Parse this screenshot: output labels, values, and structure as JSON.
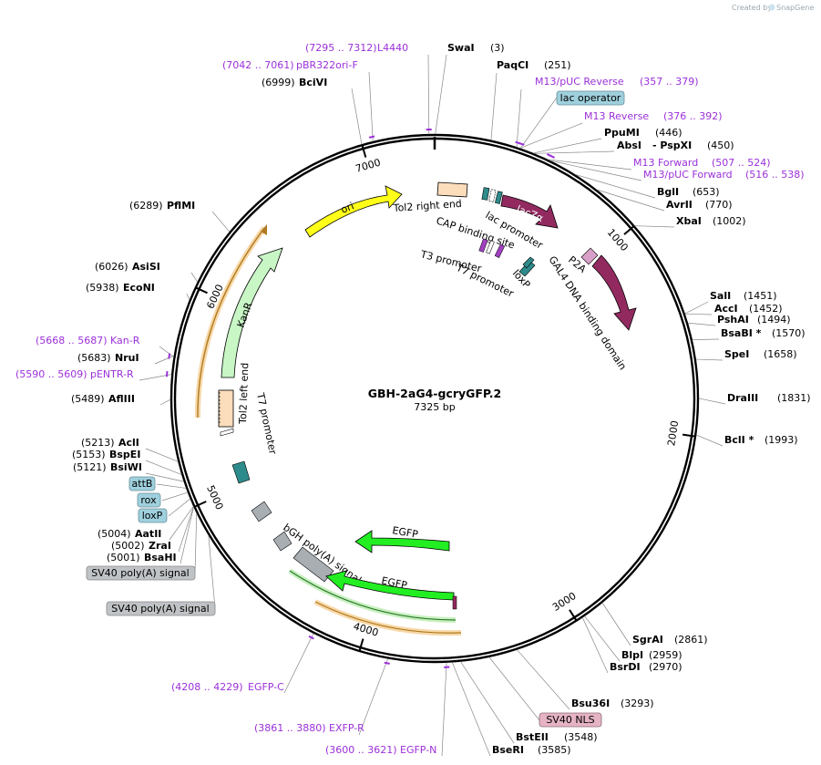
{
  "credit": {
    "prefix": "Created by",
    "brand": "SnapGene"
  },
  "plasmid": {
    "name": "GBH-2aG4-gcryGFP.2",
    "size": "7325 bp",
    "length": 7325
  },
  "colors": {
    "primer": "#9b30d9",
    "backbone": "#000000",
    "leader": "#888888"
  },
  "ticks": [
    {
      "pos": 1000,
      "label": "1000"
    },
    {
      "pos": 2000,
      "label": "2000"
    },
    {
      "pos": 3000,
      "label": "3000"
    },
    {
      "pos": 4000,
      "label": "4000"
    },
    {
      "pos": 5000,
      "label": "5000"
    },
    {
      "pos": 6000,
      "label": "6000"
    },
    {
      "pos": 7000,
      "label": "7000"
    }
  ],
  "enzymes": [
    {
      "name": "SwaI",
      "loc": "(3)"
    },
    {
      "name": "PaqCI",
      "loc": "(251)"
    },
    {
      "name": "PpuMI",
      "loc": "(446)"
    },
    {
      "name": "AbsI",
      "extra": "- PspXI",
      "loc": "(450)"
    },
    {
      "name": "BglI",
      "loc": "(653)"
    },
    {
      "name": "AvrII",
      "loc": "(770)"
    },
    {
      "name": "XbaI",
      "loc": "(1002)"
    },
    {
      "name": "SalI",
      "loc": "(1451)"
    },
    {
      "name": "AccI",
      "loc": "(1452)"
    },
    {
      "name": "PshAI",
      "loc": "(1494)"
    },
    {
      "name": "BsaBI *",
      "loc": "(1570)"
    },
    {
      "name": "SpeI",
      "loc": "(1658)"
    },
    {
      "name": "DraIII",
      "loc": "(1831)"
    },
    {
      "name": "BclI *",
      "loc": "(1993)"
    },
    {
      "name": "SgrAI",
      "loc": "(2861)"
    },
    {
      "name": "BlpI",
      "loc": "(2959)"
    },
    {
      "name": "BsrDI",
      "loc": "(2970)"
    },
    {
      "name": "Bsu36I",
      "loc": "(3293)"
    },
    {
      "name": "BstEII",
      "loc": "(3548)"
    },
    {
      "name": "BseRI",
      "loc": "(3585)"
    },
    {
      "name": "BsaHI",
      "loc": "(5001)"
    },
    {
      "name": "ZraI",
      "loc": "(5002)"
    },
    {
      "name": "AatII",
      "loc": "(5004)"
    },
    {
      "name": "BsiWI",
      "loc": "(5121)"
    },
    {
      "name": "BspEI",
      "loc": "(5153)"
    },
    {
      "name": "AclI",
      "loc": "(5213)"
    },
    {
      "name": "AflIII",
      "loc": "(5489)"
    },
    {
      "name": "NruI",
      "loc": "(5683)"
    },
    {
      "name": "EcoNI",
      "loc": "(5938)"
    },
    {
      "name": "AsiSI",
      "loc": "(6026)"
    },
    {
      "name": "PflMI",
      "loc": "(6289)"
    },
    {
      "name": "BciVI",
      "loc": "(6999)"
    }
  ],
  "primers": [
    {
      "name": "L4440",
      "loc": "(7295 .. 7312)"
    },
    {
      "name": "pBR322ori-F",
      "loc": "(7042 .. 7061)"
    },
    {
      "name": "M13/pUC Reverse",
      "loc": "(357 .. 379)"
    },
    {
      "name": "M13 Reverse",
      "loc": "(376 .. 392)"
    },
    {
      "name": "M13 Forward",
      "loc": "(507 .. 524)"
    },
    {
      "name": "M13/pUC Forward",
      "loc": "(516 .. 538)"
    },
    {
      "name": "Kan-R",
      "loc": "(5668 .. 5687)"
    },
    {
      "name": "pENTR-R",
      "loc": "(5590 .. 5609)"
    },
    {
      "name": "EGFP-C",
      "loc": "(4208 .. 4229)"
    },
    {
      "name": "EXFP-R",
      "loc": "(3861 .. 3880)"
    },
    {
      "name": "EGFP-N",
      "loc": "(3600 .. 3621)"
    }
  ],
  "boxed_features": {
    "lac_operator": "lac operator",
    "attB": "attB",
    "rox": "rox",
    "loxP": "loxP",
    "sv40_polya_1": "SV40 poly(A) signal",
    "sv40_polya_2": "SV40 poly(A) signal",
    "sv40_nls": "SV40 NLS"
  },
  "features": {
    "ori": "ori",
    "lacZa": "lacZα",
    "tol2_right": "Tol2 right end",
    "cap": "CAP binding site",
    "lac_promoter": "lac promoter",
    "t3": "T3 promoter",
    "t7_a": "T7 promoter",
    "loxP_inner": "loxP",
    "p2a": "P2A",
    "gal4": "GAL4 DNA binding domain",
    "kanr": "KanR",
    "tol2_left": "Tol2 left end",
    "t7_b": "T7 promoter",
    "bgh": "bGH poly(A) signal",
    "egfp1": "EGFP",
    "egfp2": "EGFP"
  }
}
